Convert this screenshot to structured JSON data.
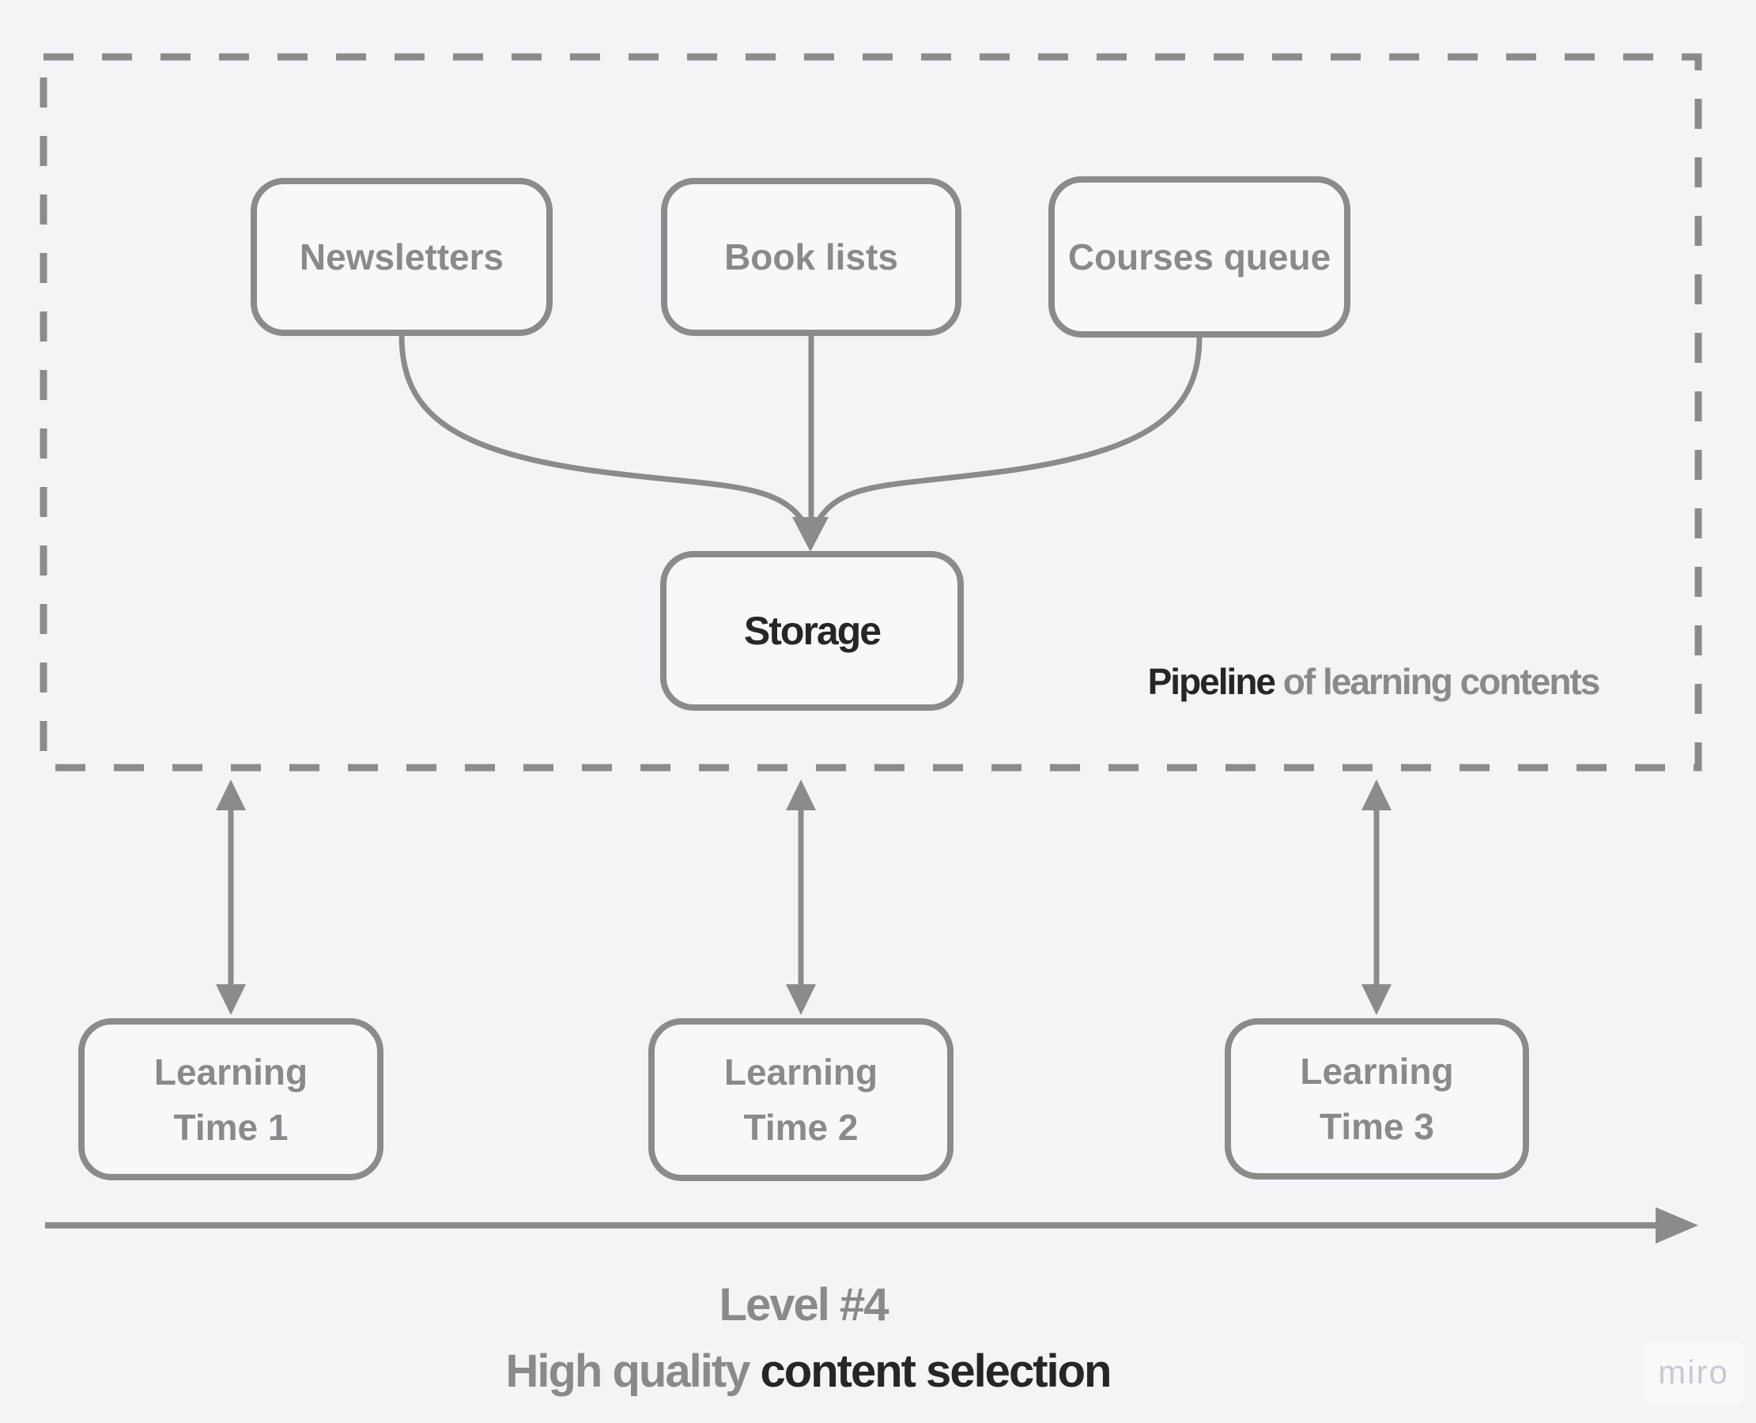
{
  "colors": {
    "background": "#f4f4f6",
    "stroke": "#8b8b8b",
    "gray_text": "#8a8a8a",
    "dark_text": "#262626",
    "watermark": "#c9c9d3"
  },
  "pipeline": {
    "caption_bold": "Pipeline",
    "caption_rest": "of learning contents",
    "sources": [
      {
        "label": "Newsletters"
      },
      {
        "label": "Book lists"
      },
      {
        "label": "Courses queue"
      }
    ],
    "storage_label": "Storage"
  },
  "learning_slots": [
    {
      "line1": "Learning",
      "line2": "Time 1"
    },
    {
      "line1": "Learning",
      "line2": "Time 2"
    },
    {
      "line1": "Learning",
      "line2": "Time 3"
    }
  ],
  "footer": {
    "level": "Level #4",
    "highlight_gray": "High quality",
    "highlight_dark": "content selection"
  },
  "watermark": "miro"
}
